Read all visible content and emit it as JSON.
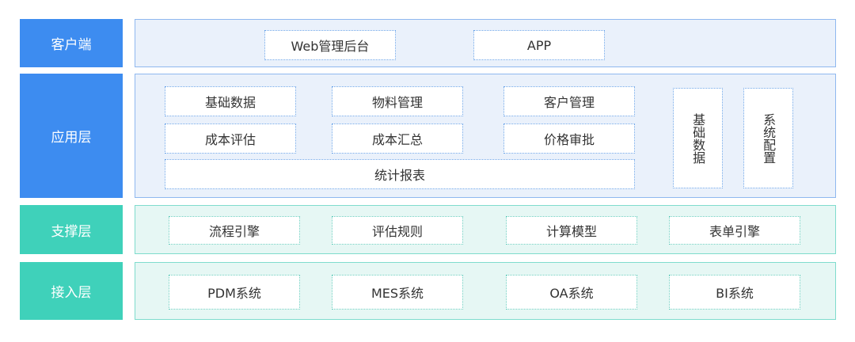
{
  "colors": {
    "blue_label": "#3d8cf0",
    "green_label": "#3fd1ba",
    "blue_panel_bg": "#eaf1fb",
    "green_panel_bg": "#e6f7f4"
  },
  "layers": {
    "client": {
      "label": "客户端",
      "items": [
        "Web管理后台",
        "APP"
      ]
    },
    "application": {
      "label": "应用层",
      "items": [
        "基础数据",
        "物料管理",
        "客户管理",
        "成本评估",
        "成本汇总",
        "价格审批",
        "统计报表"
      ],
      "side_items": [
        "基础数据",
        "系统配置"
      ]
    },
    "support": {
      "label": "支撑层",
      "items": [
        "流程引擎",
        "评估规则",
        "计算模型",
        "表单引擎"
      ]
    },
    "access": {
      "label": "接入层",
      "items": [
        "PDM系统",
        "MES系统",
        "OA系统",
        "BI系统"
      ]
    }
  }
}
